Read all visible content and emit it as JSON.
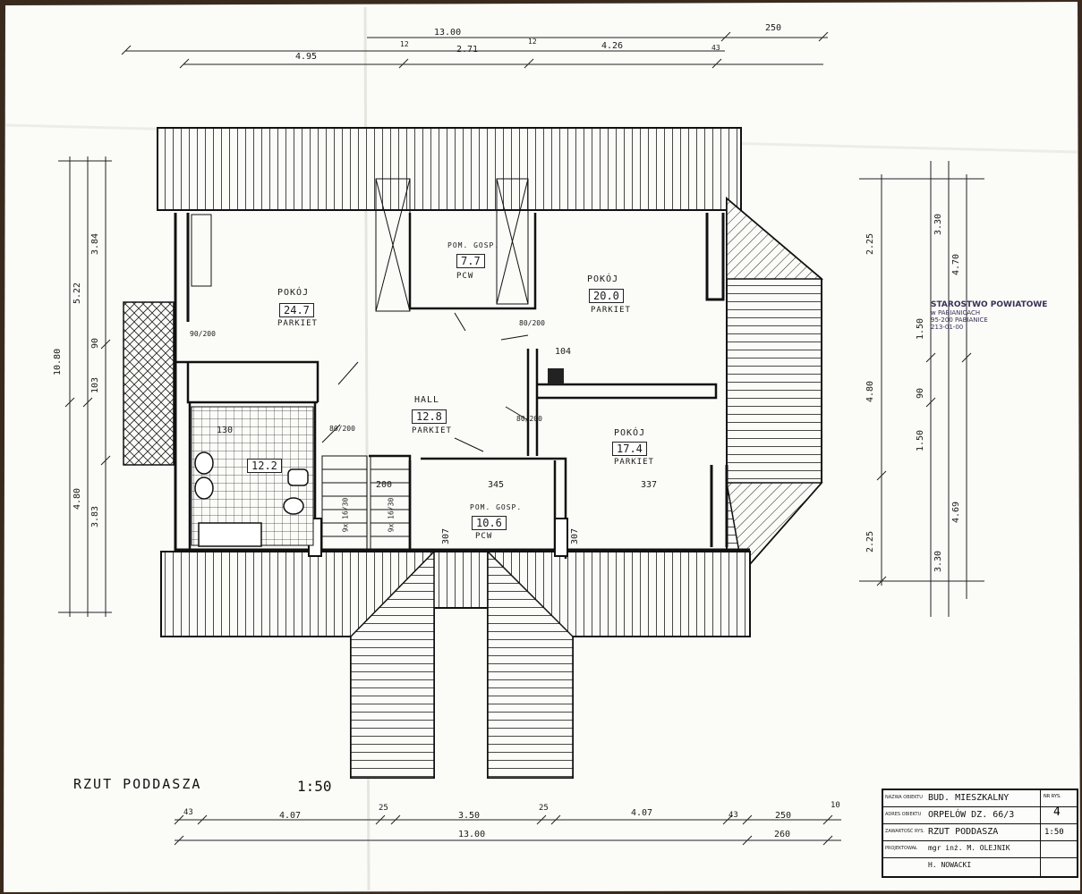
{
  "plan": {
    "title": "RZUT PODDASZA",
    "scale": "1:50"
  },
  "rooms": [
    {
      "id": "pokoj-1",
      "name": "POKÓJ",
      "area": "24.7",
      "floor": "PARKIET"
    },
    {
      "id": "pom-gosp-1",
      "name": "POM. GOSP.",
      "area": "7.7",
      "floor": "PCW"
    },
    {
      "id": "pokoj-2",
      "name": "POKÓJ",
      "area": "20.0",
      "floor": "PARKIET"
    },
    {
      "id": "hall",
      "name": "HALL",
      "area": "12.8",
      "floor": "PARKIET"
    },
    {
      "id": "pokoj-3",
      "name": "POKÓJ",
      "area": "17.4",
      "floor": "PARKIET"
    },
    {
      "id": "lazienka",
      "name": "",
      "area": "12.2",
      "floor": ""
    },
    {
      "id": "pom-gosp-2",
      "name": "POM. GOSP.",
      "area": "10.6",
      "floor": "PCW"
    }
  ],
  "dimensions": {
    "top_total": "13.00",
    "top_left": "4.95",
    "top_mid": "2.71",
    "top_right": "4.26",
    "top_ext": "250",
    "top_wall": "12",
    "top_wall_b": "43",
    "bottom_a": "43",
    "bottom_b": "4.07",
    "bottom_c": "25",
    "bottom_d": "3.50",
    "bottom_e": "25",
    "bottom_f": "4.07",
    "bottom_g": "43",
    "bottom_h": "250",
    "bottom_i": "10",
    "bottom_total": "13.00",
    "bottom_ext": "260",
    "left_total": "10.80",
    "left_a": "5.22",
    "left_b": "3.84",
    "left_c": "4.80",
    "left_d": "3.83",
    "left_e": "90",
    "left_f": "103",
    "right_a": "2.25",
    "right_b": "4.80",
    "right_c": "2.25",
    "right_d": "3.30",
    "right_e": "4.70",
    "right_f": "1.50",
    "right_g": "90",
    "right_h": "1.50",
    "right_i": "4.69",
    "right_j": "3.30",
    "interior_345": "345",
    "interior_337": "337",
    "interior_130": "130",
    "interior_200": "200",
    "interior_307a": "307",
    "interior_307b": "307",
    "door_80_200": "80/200",
    "door_90_200": "90/200",
    "chimney": "104",
    "stair_a": "9x 16/30",
    "stair_b": "9x 16/30"
  },
  "stamp": {
    "line1": "STAROSTWO POWIATOWE",
    "line2": "w PABIANICACH",
    "line3": "95-200 PABIANICE",
    "line4": "213-01-00"
  },
  "title_block": {
    "object_label": "NAZWA OBIEKTU",
    "object": "BUD. MIESZKALNY",
    "location_label": "ADRES OBIEKTU",
    "location": "ORPELÓW DZ. 66/3",
    "drawing_label": "ZAWARTOŚĆ RYS.",
    "drawing": "RZUT PODDASZA",
    "designer_label": "PROJEKTOWAŁ",
    "designer": "mgr inż. M. OLEJNIK",
    "drawer": "H. NOWACKI",
    "sheet_no_label": "NR RYS.",
    "sheet_no": "4",
    "scale": "1:50"
  }
}
